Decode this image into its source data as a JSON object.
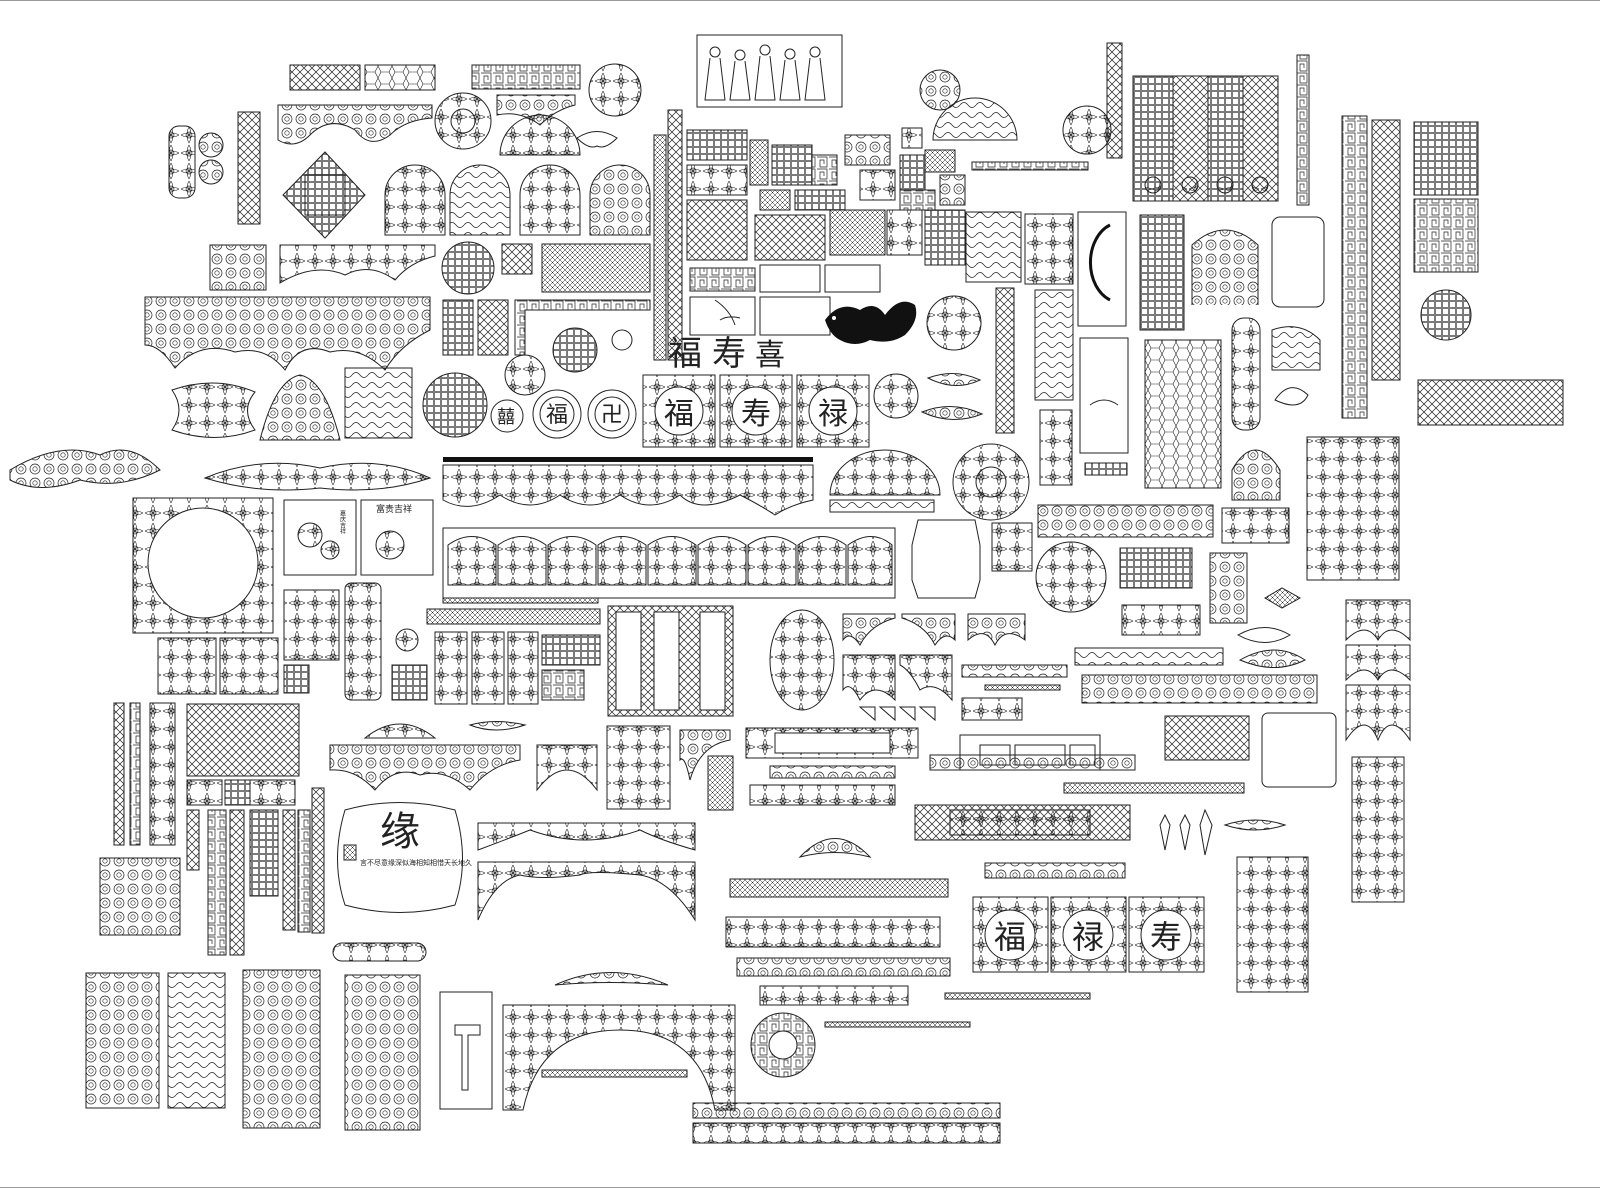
{
  "ink": "#1a1a1a",
  "paper": "#ffffff",
  "frame": "#9a9a9a",
  "texts": {
    "fu_small": "福",
    "shou_small": "寿",
    "xi_small": "喜",
    "roundel_fu": "福",
    "roundel_wan": "卍",
    "roundel_xi": "囍",
    "panel_fu": "福",
    "panel_shou": "寿",
    "panel_lu": "禄",
    "panel_b_fu": "福",
    "panel_b_lu": "禄",
    "panel_b_shou": "寿",
    "caption_a": "富贵吉祥",
    "caption_b": "嘉庆吉祥",
    "calligraphy_large": "缘",
    "calligraphy_body": "言不尽意缘深似海相知相惜天长地久"
  }
}
